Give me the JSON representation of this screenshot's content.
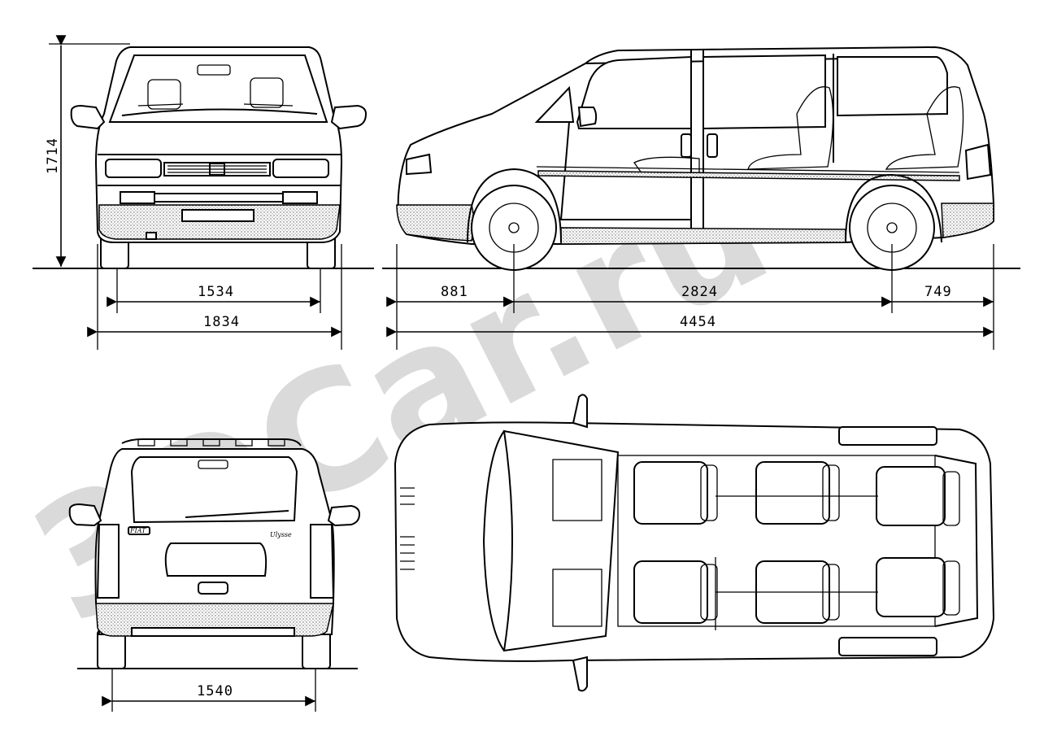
{
  "watermark": {
    "text": "3DCar.ru",
    "color": "#bdbdbd"
  },
  "views": {
    "front": {
      "name": "front-view"
    },
    "side": {
      "name": "side-view"
    },
    "rear": {
      "name": "rear-view",
      "badge_brand": "FIAT",
      "badge_model": "Ulysse"
    },
    "top": {
      "name": "top-view"
    }
  },
  "dimensions": {
    "height": "1714",
    "front_track": "1534",
    "width": "1834",
    "front_overhang": "881",
    "wheelbase": "2824",
    "rear_overhang": "749",
    "length": "4454",
    "rear_track": "1540"
  }
}
